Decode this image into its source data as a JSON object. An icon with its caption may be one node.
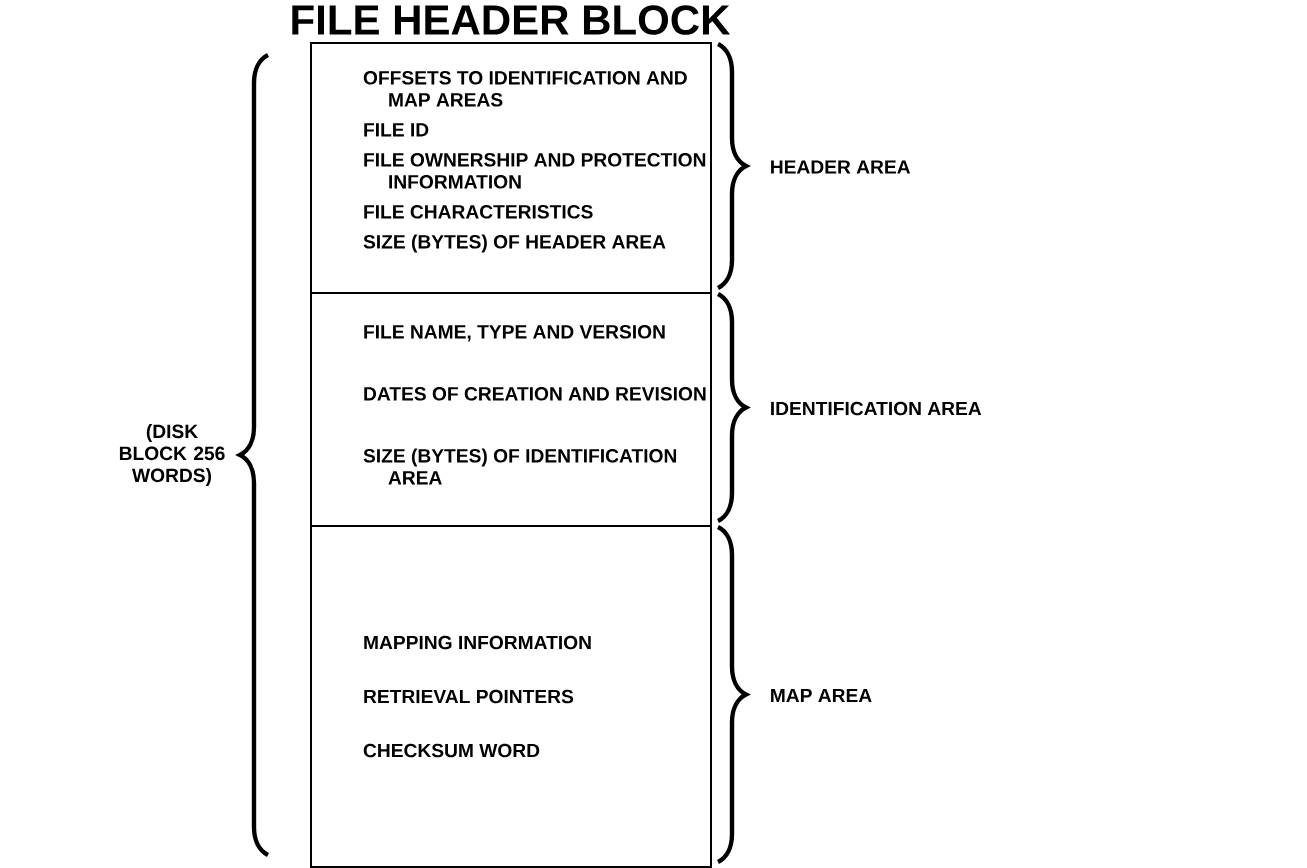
{
  "diagram": {
    "title": "FILE HEADER BLOCK",
    "nodes": [
      {
        "text": [
          "OFFSETS TO IDENTIFICATION AND MAP AREAS",
          "FILE ID",
          "FILE OWNERSHIP AND PROTECTION INFORMATION",
          "FILE CHARACTERISTICS",
          "SIZE (BYTES) OF HEADER AREA"
        ],
        "beside": [
          "HEADER AREA"
        ]
      },
      {
        "text": [
          "FILE NAME, TYPE AND VERSION",
          "DATES OF CREATION AND REVISION",
          "SIZE (BYTES) OF IDENTIFICATION AREA"
        ],
        "beside": [
          "IDENTIFICATION AREA"
        ]
      },
      {
        "text": [
          "MAPPING INFORMATION",
          "RETRIEVAL POINTERS",
          "CHECKSUM WORD"
        ],
        "beside": [
          "MAP AREA"
        ]
      }
    ],
    "labels": [
      "(DISK BLOCK 256 WORDS)"
    ]
  }
}
